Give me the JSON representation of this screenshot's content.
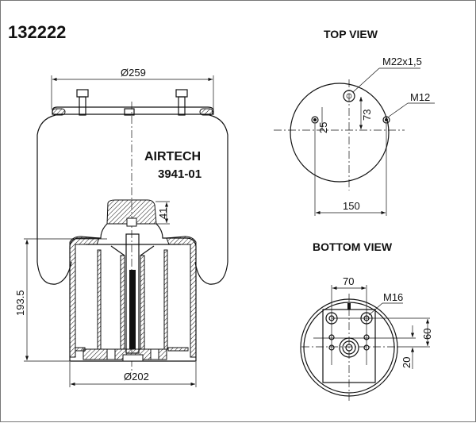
{
  "part_number": "132222",
  "brand": "AIRTECH",
  "model": "3941-01",
  "side_view": {
    "top_diameter": "Ø259",
    "bottom_diameter": "Ø202",
    "height": "193.5",
    "cap_height": "41"
  },
  "top_view": {
    "title": "TOP VIEW",
    "center_thread": "M22x1,5",
    "side_thread": "M12",
    "offset_vertical": "73",
    "offset_small": "25",
    "hole_spacing": "150"
  },
  "bottom_view": {
    "title": "BOTTOM VIEW",
    "hole_spacing": "70",
    "thread": "M16",
    "offset_60": "60",
    "offset_20": "20"
  }
}
